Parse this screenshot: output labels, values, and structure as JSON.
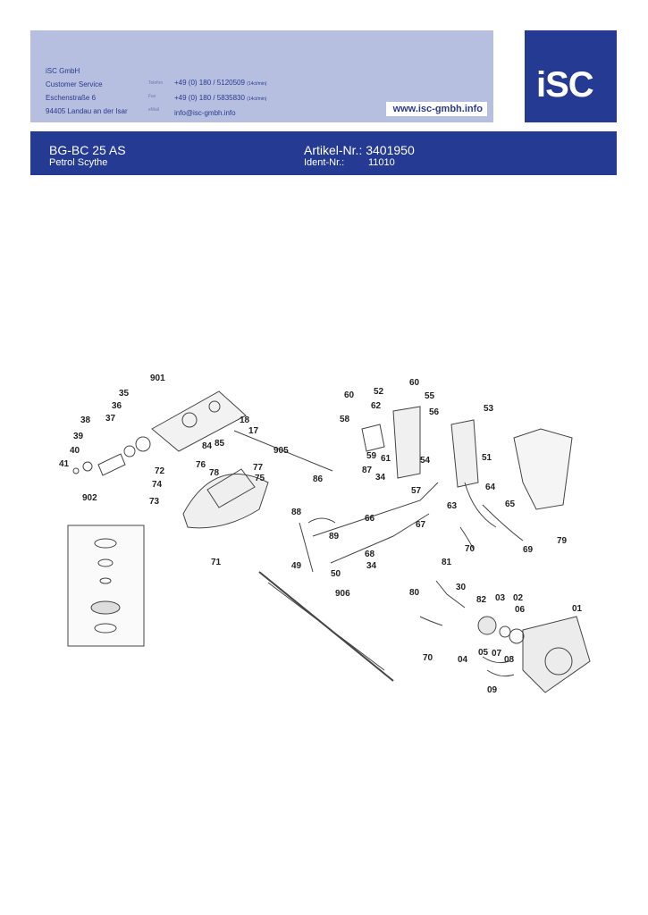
{
  "header": {
    "company_lines": [
      "iSC GmbH",
      "Customer Service",
      "Eschenstraße 6",
      "94405 Landau an der Isar"
    ],
    "contact_labels": [
      "Telefon",
      "Fax",
      "eMail"
    ],
    "phone": "+49 (0) 180 / 5120509",
    "phone_note": "(14ct/min)",
    "fax": "+49 (0) 180 / 5835830",
    "fax_note": "(14ct/min)",
    "email": "info@isc-gmbh.info",
    "website": "www.isc-gmbh.info",
    "logo": "iSC"
  },
  "product": {
    "model": "BG-BC 25 AS",
    "name": "Petrol Scythe",
    "artikel_label": "Artikel-Nr.:",
    "artikel_value": "3401950",
    "ident_label": "Ident-Nr.:",
    "ident_value": "11010"
  },
  "diagram": {
    "part_labels": [
      "901",
      "35",
      "36",
      "37",
      "38",
      "39",
      "40",
      "41",
      "902",
      "18",
      "17",
      "905",
      "84",
      "85",
      "76",
      "78",
      "72",
      "74",
      "73",
      "77",
      "75",
      "71",
      "60",
      "52",
      "62",
      "58",
      "55",
      "56",
      "59",
      "61",
      "54",
      "57",
      "53",
      "51",
      "87",
      "34",
      "86",
      "88",
      "89",
      "66",
      "49",
      "50",
      "67",
      "63",
      "64",
      "65",
      "70",
      "69",
      "79",
      "68",
      "34",
      "81",
      "30",
      "906",
      "80",
      "82",
      "03",
      "02",
      "06",
      "01",
      "04",
      "05",
      "07",
      "08",
      "09",
      "70"
    ]
  },
  "colors": {
    "header_light": "#b6bfe0",
    "brand_blue": "#253b93",
    "text_blue": "#2b3a8c"
  }
}
